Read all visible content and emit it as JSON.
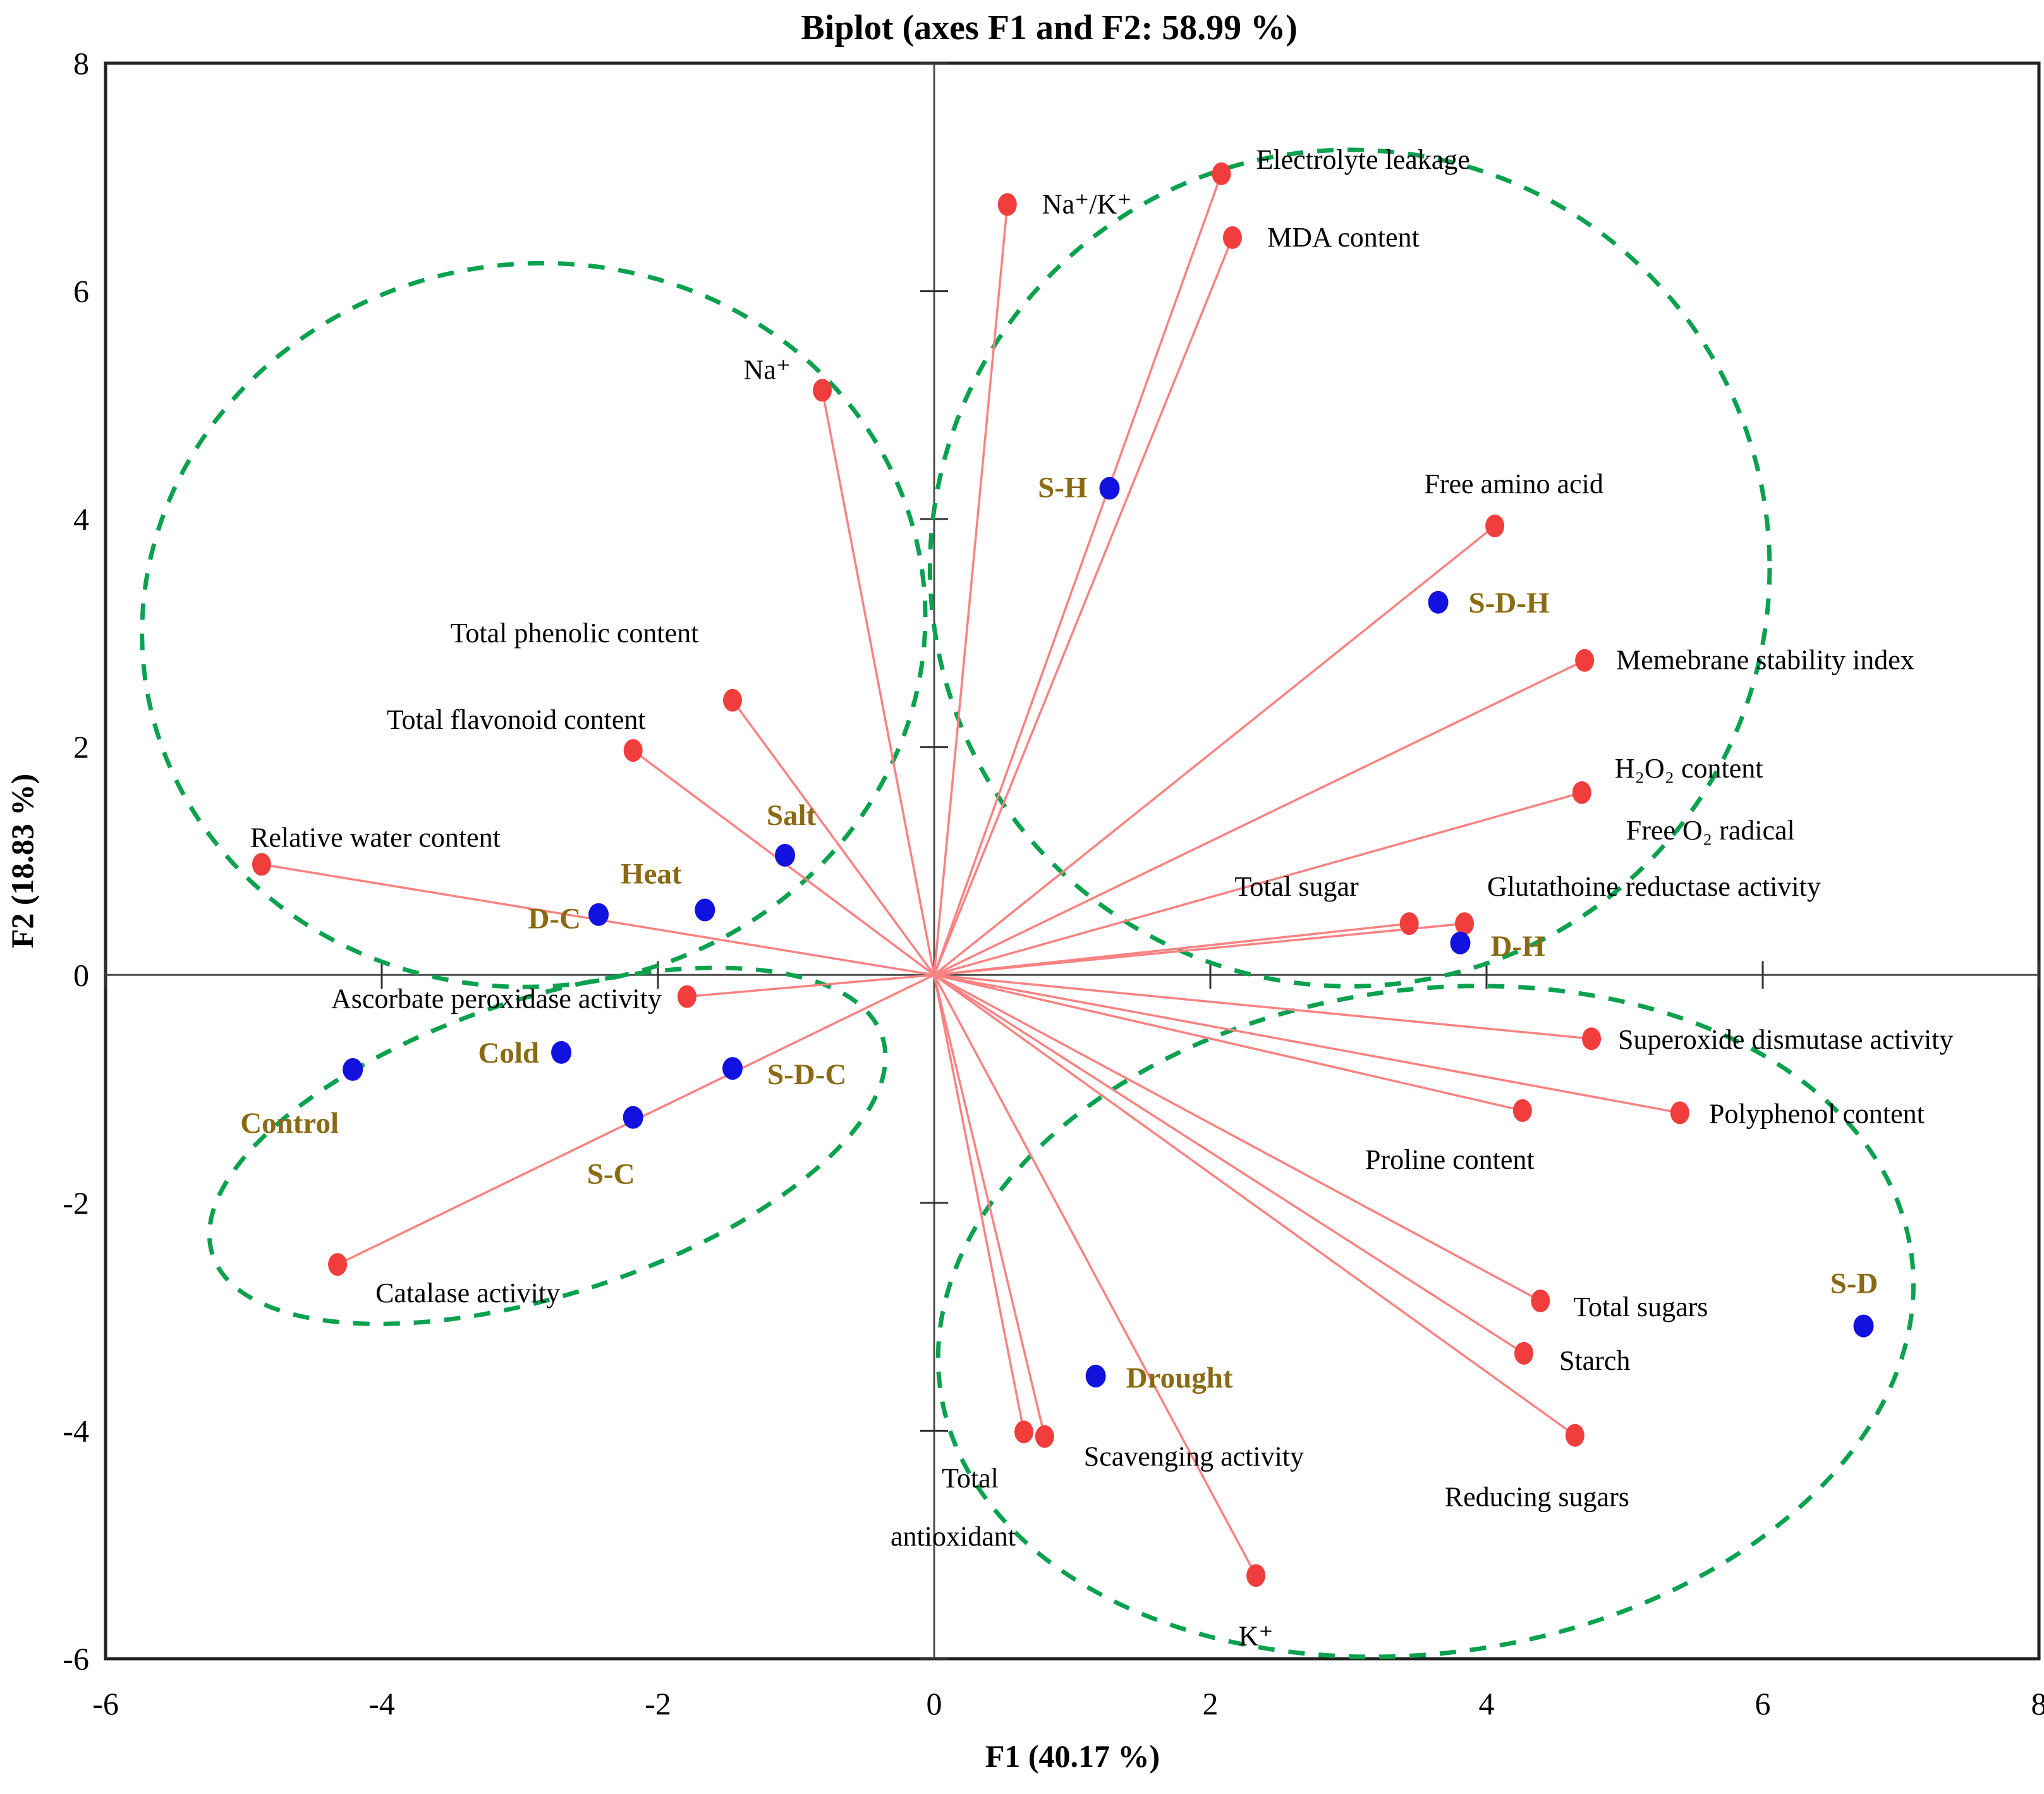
{
  "chart_data": {
    "type": "scatter",
    "subtype": "pca-biplot",
    "title": "Biplot (axes F1 and F2: 58.99 %)",
    "xlabel": "F1 (40.17 %)",
    "ylabel": "F2 (18.83 %)",
    "xlim": [
      -6,
      8
    ],
    "ylim": [
      -6,
      8
    ],
    "x_ticks": [
      -6,
      -4,
      -2,
      0,
      2,
      4,
      6,
      8
    ],
    "y_ticks": [
      8,
      6,
      4,
      2,
      0,
      -2,
      -4,
      -6
    ],
    "grid": false,
    "legend": "none",
    "colors": {
      "variable_point": "#f23d3d",
      "vector_line": "#f98282",
      "observation_point": "#1212e0",
      "observation_label": "#8a6a12",
      "ellipse": "#0aa14f",
      "axis": "#222222"
    },
    "variables": [
      {
        "label": "Electrolyte leakage",
        "x": 2.08,
        "y": 7.03,
        "anchor": "start",
        "dx": 55,
        "dy": -8
      },
      {
        "label": "Na⁺/K⁺",
        "x": 0.53,
        "y": 6.76,
        "anchor": "start",
        "dx": 55,
        "dy": 14
      },
      {
        "label": "MDA content",
        "x": 2.16,
        "y": 6.47,
        "anchor": "start",
        "dx": 55,
        "dy": 14
      },
      {
        "label": "Na⁺",
        "x": -0.81,
        "y": 5.13,
        "anchor": "end",
        "dx": -50,
        "dy": -18
      },
      {
        "label": "Free amino acid",
        "x": 4.06,
        "y": 3.94,
        "anchor": "middle",
        "dx": 30,
        "dy": -52
      },
      {
        "label": "Memebrane stability index",
        "x": 4.71,
        "y": 2.76,
        "anchor": "start",
        "dx": 50,
        "dy": 14
      },
      {
        "label": "H₂O₂ content",
        "label2": "Free O₂ radical",
        "x": 4.69,
        "y": 1.6,
        "anchor": "start",
        "dx": 52,
        "dy": -24,
        "dx2": 70,
        "dy2": 74
      },
      {
        "label": "Total sugar",
        "x": 3.44,
        "y": 0.45,
        "anchor": "end",
        "dx": -80,
        "dy": -44
      },
      {
        "label": "Glutathoine reductase activity",
        "x": 3.84,
        "y": 0.45,
        "anchor": "start",
        "dx": 36,
        "dy": -44
      },
      {
        "label": "Superoxide dismutase activity",
        "x": 4.76,
        "y": -0.56,
        "anchor": "start",
        "dx": 42,
        "dy": 16
      },
      {
        "label": "Proline content",
        "x": 4.26,
        "y": -1.19,
        "anchor": "middle",
        "dx": -115,
        "dy": 92
      },
      {
        "label": "Polyphenol content",
        "x": 5.4,
        "y": -1.21,
        "anchor": "start",
        "dx": 46,
        "dy": 16
      },
      {
        "label": "Total sugars",
        "x": 4.39,
        "y": -2.86,
        "anchor": "start",
        "dx": 52,
        "dy": 24
      },
      {
        "label": "Starch",
        "x": 4.27,
        "y": -3.32,
        "anchor": "start",
        "dx": 56,
        "dy": 26
      },
      {
        "label": "Reducing sugars",
        "x": 4.64,
        "y": -4.04,
        "anchor": "middle",
        "dx": -60,
        "dy": 112
      },
      {
        "label": "K⁺",
        "x": 2.33,
        "y": -5.27,
        "anchor": "middle",
        "dx": 0,
        "dy": 110
      },
      {
        "label": "Scavenging activity",
        "x": 0.8,
        "y": -4.05,
        "anchor": "start",
        "dx": 62,
        "dy": 46
      },
      {
        "label": "Total",
        "label2": "antioxidant",
        "x": 0.65,
        "y": -4.01,
        "anchor": "middle",
        "dx": -85,
        "dy": 88,
        "dx2": -112,
        "dy2": 180
      },
      {
        "label": "Catalase activity",
        "x": -4.32,
        "y": -2.54,
        "anchor": "start",
        "dx": 60,
        "dy": 60
      },
      {
        "label": "Ascorbate peroxidase activity",
        "x": -1.79,
        "y": -0.19,
        "anchor": "end",
        "dx": -40,
        "dy": 18
      },
      {
        "label": "Relative water content",
        "x": -4.87,
        "y": 0.97,
        "anchor": "middle",
        "dx": 180,
        "dy": -28
      },
      {
        "label": "Total flavonoid content",
        "x": -2.18,
        "y": 1.97,
        "anchor": "middle",
        "dx": -185,
        "dy": -34
      },
      {
        "label": "Total phenolic content",
        "x": -1.46,
        "y": 2.41,
        "anchor": "middle",
        "dx": -250,
        "dy": -92
      }
    ],
    "observations": [
      {
        "label": "S-H",
        "x": 1.27,
        "y": 4.27,
        "anchor": "end",
        "dx": -35,
        "dy": 14
      },
      {
        "label": "S-D-H",
        "x": 3.65,
        "y": 3.27,
        "anchor": "start",
        "dx": 48,
        "dy": 16
      },
      {
        "label": "D-H",
        "x": 3.81,
        "y": 0.28,
        "anchor": "start",
        "dx": 48,
        "dy": 20
      },
      {
        "label": "Salt",
        "x": -1.08,
        "y": 1.05,
        "anchor": "middle",
        "dx": 10,
        "dy": -48
      },
      {
        "label": "Heat",
        "x": -1.66,
        "y": 0.57,
        "anchor": "middle",
        "dx": -85,
        "dy": -42
      },
      {
        "label": "D-C",
        "x": -2.43,
        "y": 0.53,
        "anchor": "end",
        "dx": -28,
        "dy": 22
      },
      {
        "label": "Cold",
        "x": -2.7,
        "y": -0.68,
        "anchor": "end",
        "dx": -35,
        "dy": 16
      },
      {
        "label": "Control",
        "x": -4.21,
        "y": -0.83,
        "anchor": "middle",
        "dx": -100,
        "dy": 100
      },
      {
        "label": "S-C",
        "x": -2.18,
        "y": -1.25,
        "anchor": "middle",
        "dx": -35,
        "dy": 105
      },
      {
        "label": "S-D-C",
        "x": -1.46,
        "y": -0.82,
        "anchor": "start",
        "dx": 55,
        "dy": 25
      },
      {
        "label": "Drought",
        "x": 1.17,
        "y": -3.52,
        "anchor": "start",
        "dx": 48,
        "dy": 18
      },
      {
        "label": "S-D",
        "x": 6.73,
        "y": -3.08,
        "anchor": "middle",
        "dx": -15,
        "dy": -52
      }
    ],
    "ellipses": [
      {
        "cx": -2.9,
        "cy": 3.07,
        "rx": 2.84,
        "ry": 3.17,
        "rot": -8
      },
      {
        "cx": 3.01,
        "cy": 3.57,
        "rx": 3.04,
        "ry": 3.67,
        "rot": 0
      },
      {
        "cx": -2.8,
        "cy": -1.5,
        "rx": 2.55,
        "ry": 1.3,
        "rot": -18
      },
      {
        "cx": 3.56,
        "cy": -3.04,
        "rx": 3.55,
        "ry": 2.91,
        "rot": -8
      }
    ]
  }
}
